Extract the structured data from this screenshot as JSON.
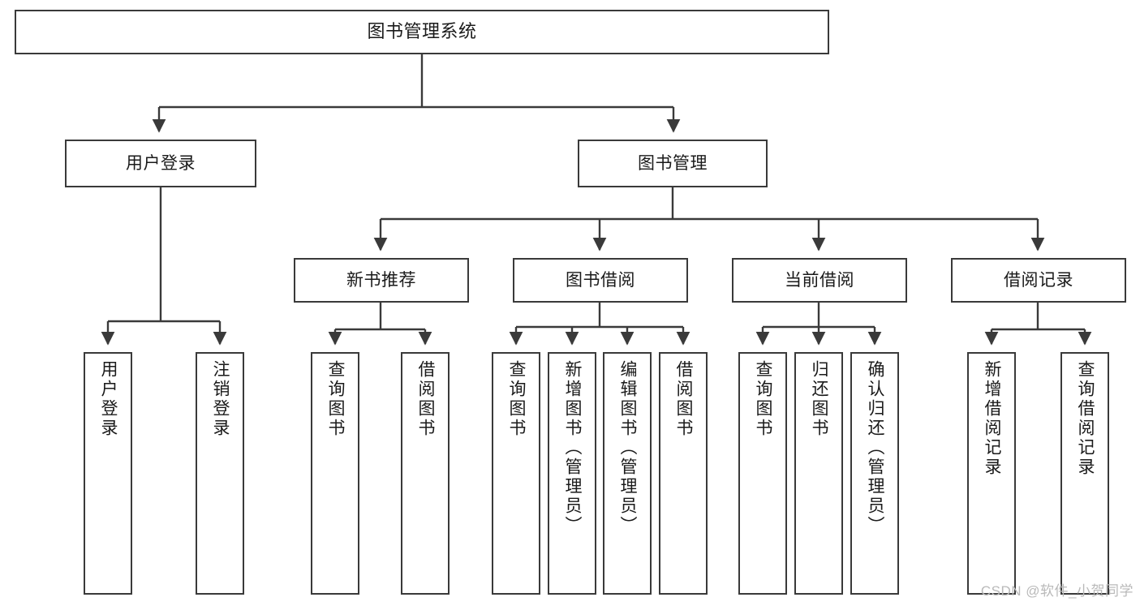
{
  "diagram": {
    "type": "tree",
    "title": "图书管理系统",
    "root": {
      "id": "root",
      "label": "图书管理系统"
    },
    "level1": [
      {
        "id": "user-login",
        "label": "用户登录"
      },
      {
        "id": "book-manage",
        "label": "图书管理"
      }
    ],
    "level2": [
      {
        "id": "new-book-recommend",
        "label": "新书推荐",
        "parent": "book-manage"
      },
      {
        "id": "book-borrow",
        "label": "图书借阅",
        "parent": "book-manage"
      },
      {
        "id": "current-borrow",
        "label": "当前借阅",
        "parent": "book-manage"
      },
      {
        "id": "borrow-record",
        "label": "借阅记录",
        "parent": "book-manage"
      }
    ],
    "leaves": [
      {
        "id": "leaf-user-login",
        "label": "用户登录",
        "parent": "user-login"
      },
      {
        "id": "leaf-logout",
        "label": "注销登录",
        "parent": "user-login"
      },
      {
        "id": "leaf-query-book-1",
        "label": "查询图书",
        "parent": "new-book-recommend"
      },
      {
        "id": "leaf-borrow-book-1",
        "label": "借阅图书",
        "parent": "new-book-recommend"
      },
      {
        "id": "leaf-query-book-2",
        "label": "查询图书",
        "parent": "book-borrow"
      },
      {
        "id": "leaf-add-book",
        "label": "新增图书（管理员）",
        "parent": "book-borrow"
      },
      {
        "id": "leaf-edit-book",
        "label": "编辑图书（管理员）",
        "parent": "book-borrow"
      },
      {
        "id": "leaf-borrow-book-2",
        "label": "借阅图书",
        "parent": "book-borrow"
      },
      {
        "id": "leaf-query-book-3",
        "label": "查询图书",
        "parent": "current-borrow"
      },
      {
        "id": "leaf-return-book",
        "label": "归还图书",
        "parent": "current-borrow"
      },
      {
        "id": "leaf-confirm-return",
        "label": "确认归还（管理员）",
        "parent": "current-borrow"
      },
      {
        "id": "leaf-add-record",
        "label": "新增借阅记录",
        "parent": "borrow-record"
      },
      {
        "id": "leaf-query-record",
        "label": "查询借阅记录",
        "parent": "borrow-record"
      }
    ]
  },
  "watermark": {
    "text": "CSDN @软件_小贺同学"
  },
  "colors": {
    "border": "#3a3a3a",
    "box_fill": "#ffffff",
    "text": "#1a1a1a",
    "edge": "#3a3a3a",
    "watermark": "#b9b9b9",
    "background": "#ffffff"
  }
}
